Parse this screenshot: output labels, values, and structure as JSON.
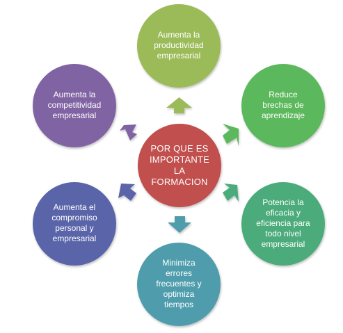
{
  "diagram": {
    "center": {
      "label": "POR QUE ES\nIMPORTANTE\nLA\nFORMACION",
      "color": "#c0504d"
    },
    "nodes": [
      {
        "id": "productividad",
        "label": "Aumenta la\nproductividad\nempresarial",
        "color": "#9bbb59",
        "arrow_color": "#9bbb59"
      },
      {
        "id": "brechas",
        "label": "Reduce\nbrechas de\naprendizaje",
        "color": "#5cb85c",
        "arrow_color": "#5cb85c"
      },
      {
        "id": "eficacia",
        "label": "Potencia la\neficacia y\neficiencia para\ntodo nivel\nempresarial",
        "color": "#4bab7a",
        "arrow_color": "#4bab7a"
      },
      {
        "id": "errores",
        "label": "Minimiza\nerrores\nfrecuentes y\noptimiza\ntiempos",
        "color": "#4f9dac",
        "arrow_color": "#4f9dac"
      },
      {
        "id": "compromiso",
        "label": "Aumenta el\ncompromiso\npersonal y\nempresarial",
        "color": "#5a65a9",
        "arrow_color": "#5a65a9"
      },
      {
        "id": "competitividad",
        "label": "Aumenta la\ncompetitividad\nempresarial",
        "color": "#8064a2",
        "arrow_color": "#8064a2"
      }
    ]
  }
}
